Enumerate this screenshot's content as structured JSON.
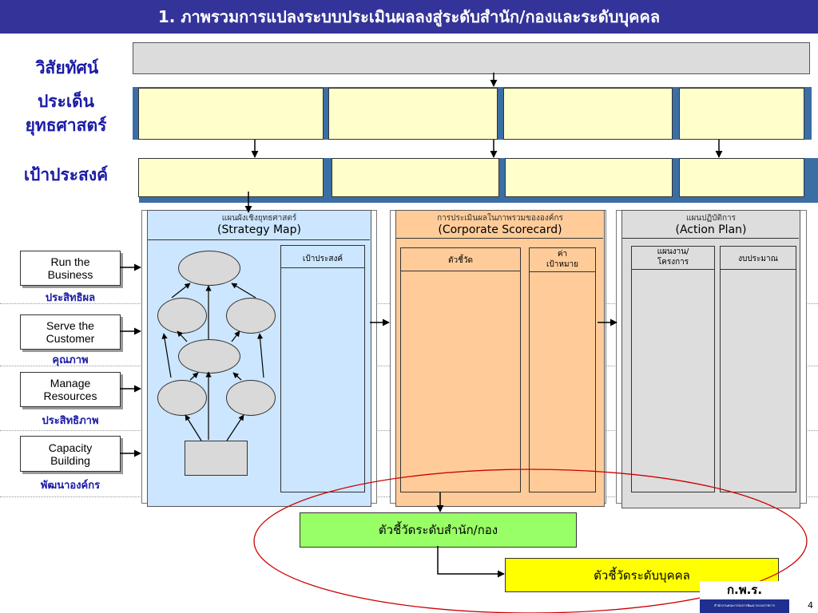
{
  "title": "1. ภาพรวมการแปลงระบบประเมินผลลงสู่ระดับสำนัก/กองและระดับบุคคล",
  "left_labels": {
    "vision": "วิสัยทัศน์",
    "strategic_issue": "ประเด็น\nยุทธศาสตร์",
    "objective": "เป้าประสงค์"
  },
  "panels": {
    "strategy_map": {
      "thai": "แผนผังเชิงยุทธศาสตร์",
      "eng": "(Strategy Map)",
      "objective_col": "เป้าประสงค์"
    },
    "scorecard": {
      "thai": "การประเมินผลในภาพรวมขององค์กร",
      "eng": "(Corporate Scorecard)",
      "kpi_col": "ตัวชี้วัด",
      "target_col": "ค่า\nเป้าหมาย"
    },
    "action_plan": {
      "thai": "แผนปฏิบัติการ",
      "eng": "(Action Plan)",
      "plan_col": "แผนงาน/\nโครงการ",
      "budget_col": "งบประมาณ"
    }
  },
  "perspectives": [
    {
      "eng": "Run the\nBusiness",
      "thai": "ประสิทธิผล"
    },
    {
      "eng": "Serve the\nCustomer",
      "thai": "คุณภาพ"
    },
    {
      "eng": "Manage\nResources",
      "thai": "ประสิทธิภาพ"
    },
    {
      "eng": "Capacity\nBuilding",
      "thai": "พัฒนาองค์กร"
    }
  ],
  "kpi_office": "ตัวชี้วัดระดับสำนัก/กอง",
  "kpi_individual": "ตัวชี้วัดระดับบุคคล",
  "logo_text": "ก.พ.ร.",
  "logo_subtext": "สำนักงานคณะกรรมการพัฒนาระบบราชการ",
  "page_number": "4",
  "colors": {
    "title_bg": "#333399",
    "label_blue": "#1a1aa6",
    "strategy_map_bg": "#cce6ff",
    "scorecard_bg": "#ffcc99",
    "action_plan_bg": "#dddddd",
    "kpi_office_bg": "#99ff66",
    "kpi_individual_bg": "#ffff00",
    "oval_outline": "#cc0000"
  }
}
